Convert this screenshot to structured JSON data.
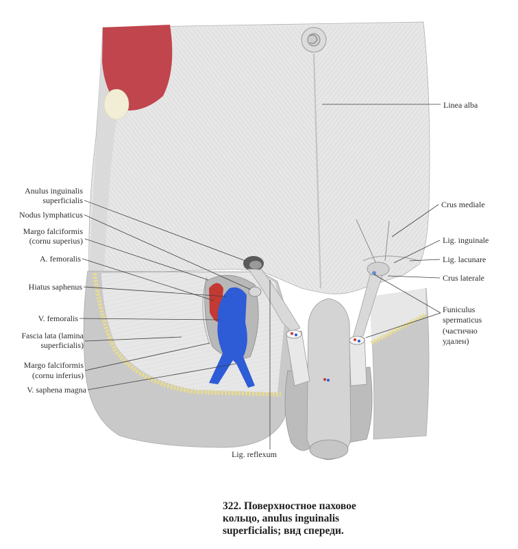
{
  "colors": {
    "muscle": "#c1454d",
    "femoral_vein": "#2e5bd6",
    "femoral_artery": "#c23a33",
    "fat_border": "#e9dc8e",
    "fascia": "#e7e7e7",
    "skin": "#c9c9c9"
  },
  "labels": {
    "linea_alba": "Linea alba",
    "anulus_inguinalis_superficialis": [
      "Anulus inguinalis",
      "superficialis"
    ],
    "nodus_lymphaticus": "Nodus lymphaticus",
    "margo_falciformis_superius": [
      "Margo falciformis",
      "(cornu superius)"
    ],
    "a_femoralis": "A. femoralis",
    "hiatus_saphenus": "Hiatus saphenus",
    "v_femoralis": "V. femoralis",
    "fascia_lata": [
      "Fascia lata (lamina",
      "superficialis)"
    ],
    "margo_falciformis_inferius": [
      "Margo falciformis",
      "(cornu inferius)"
    ],
    "v_saphena_magna": "V. saphena magna",
    "crus_mediale": "Crus mediale",
    "lig_inguinale": "Lig. inguinale",
    "lig_lacunare": "Lig. lacunare",
    "crus_laterale": "Crus laterale",
    "funiculus_spermaticus": [
      "Funiculus",
      "spermaticus",
      "(частично",
      "удален)"
    ],
    "lig_reflexum": "Lig. reflexum"
  },
  "caption": [
    "322. Поверхностное паховое",
    "кольцо, anulus inguinalis",
    "superficialis; вид спереди."
  ]
}
